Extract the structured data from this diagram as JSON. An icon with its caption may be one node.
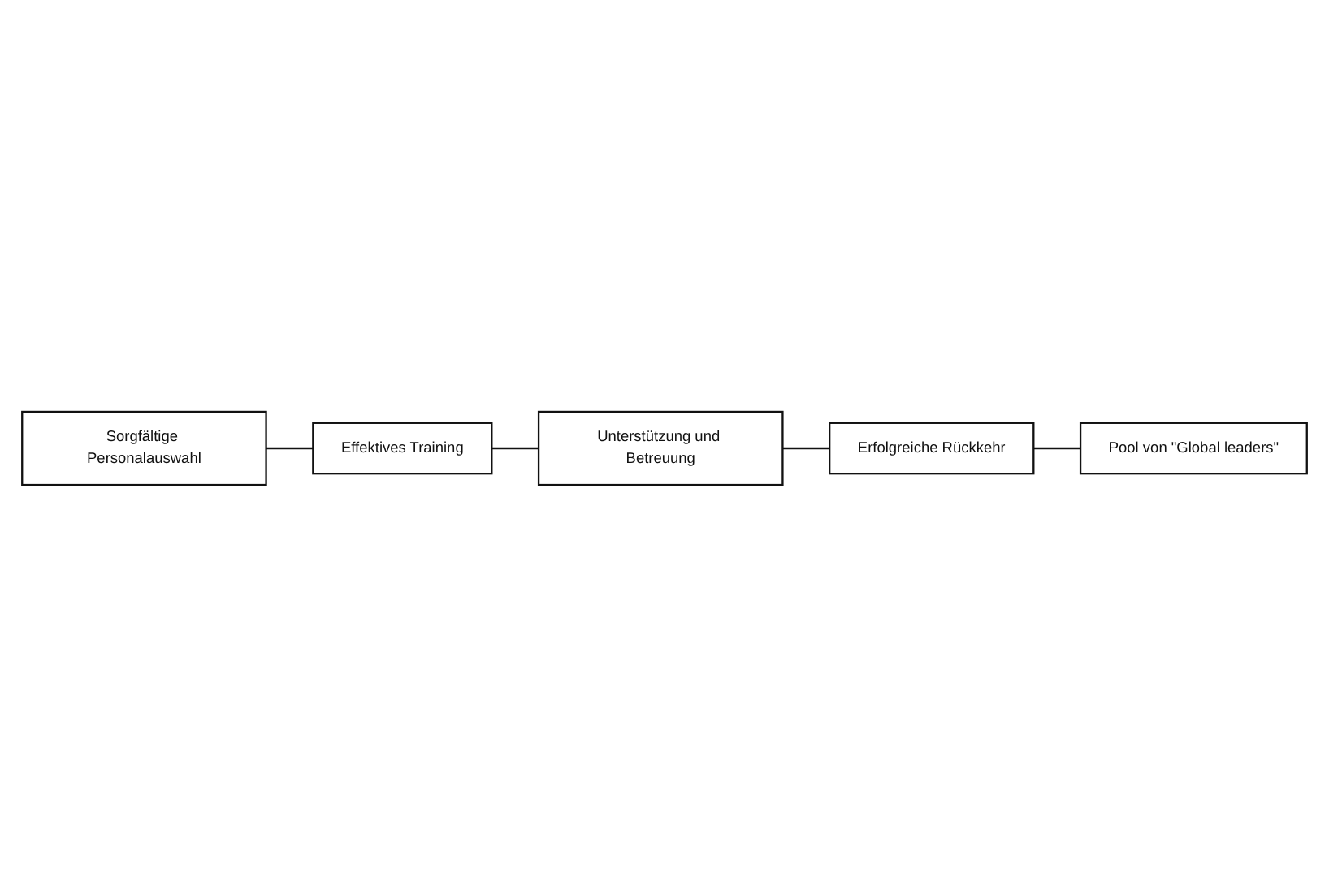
{
  "diagram": {
    "nodes": [
      {
        "text": [
          "Pool von \"Global leaders\""
        ]
      },
      {
        "text": [
          "Erfolgreiche Rückkehr"
        ]
      },
      {
        "text": [
          "Sorgfältige Personalauswahl"
        ]
      },
      {
        "text": [
          "Unterstützung und Betreuung"
        ]
      },
      {
        "text": [
          "Effektives Training"
        ]
      }
    ],
    "edges": [
      {
        "from": 2,
        "to": 4,
        "arrow": "none"
      },
      {
        "from": 4,
        "to": 3,
        "arrow": "none"
      },
      {
        "from": 3,
        "to": 1,
        "arrow": "none"
      },
      {
        "from": 1,
        "to": 0,
        "arrow": "none"
      }
    ]
  }
}
